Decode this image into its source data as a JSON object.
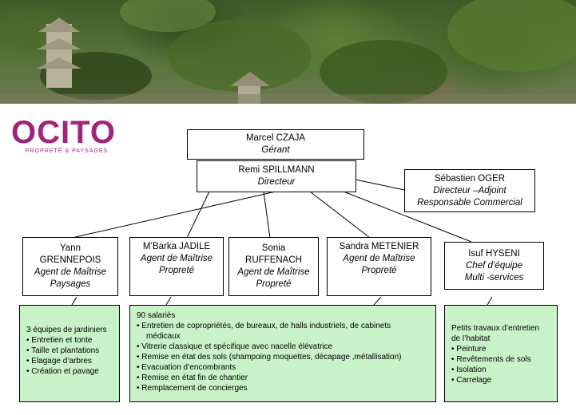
{
  "logo": {
    "name": "OCITO",
    "tagline": "PROPRETÉ & PAYSAGES",
    "color": "#a3237a"
  },
  "org": {
    "gerant": {
      "name": "Marcel CZAJA",
      "role": "Gérant"
    },
    "directeur": {
      "name": "Remi SPILLMANN",
      "role": "Directeur"
    },
    "adjoint": {
      "name": "Sébastien OGER",
      "role1": "Directeur –Adjoint",
      "role2": "Responsable Commercial"
    },
    "yann": {
      "name1": "Yann",
      "name2": "GRENNEPOIS",
      "role1": "Agent de Maîtrise",
      "role2": "Paysages"
    },
    "mbarka": {
      "name": "M’Barka JADILE",
      "role1": "Agent de Maîtrise",
      "role2": "Propreté"
    },
    "sonia": {
      "name1": "Sonia",
      "name2": "RUFFENACH",
      "role1": "Agent de Maîtrise",
      "role2": "Propreté"
    },
    "sandra": {
      "name": "Sandra METENIER",
      "role1": "Agent de Maîtrise",
      "role2": "Propreté"
    },
    "isuf": {
      "name": "Isuf HYSENI",
      "role1": "Chef  d’équipe",
      "role2": "Multi -services"
    }
  },
  "panels": {
    "left": {
      "intro": "3 équipes de jardiniers",
      "items": [
        "Entretien et tonte",
        "Taille et plantations",
        "Elagage d’arbres",
        "Création et pavage"
      ]
    },
    "middle": {
      "intro": "90 salariés",
      "items": [
        "Entretien de copropriétés, de bureaux, de halls industriels, de cabinets",
        "Vitrerie classique et spécifique avec nacelle élévatrice",
        "Remise en état des sols (shampoing moquettes, décapage ,métallisation)",
        "Evacuation d’encombrants",
        "Remise en état fin de chantier",
        "Remplacement de concierges"
      ],
      "continuation": "médicaux"
    },
    "right": {
      "intro1": "Petits travaux d’entretien",
      "intro2": "de l’habitat",
      "items": [
        "Peinture",
        "Revêtements de sols",
        "Isolation",
        "Carrelage"
      ]
    }
  },
  "colors": {
    "panel_fill": "#c9f2c9",
    "brand": "#a3237a"
  }
}
